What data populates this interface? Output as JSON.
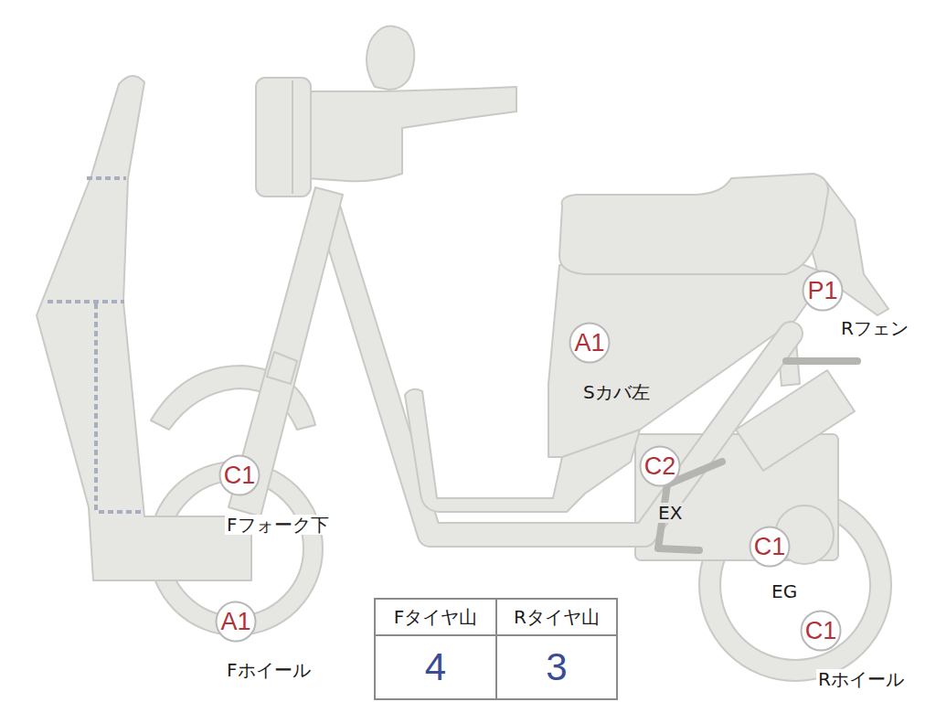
{
  "diagram": {
    "nodes": [
      {
        "text": [
          "C1",
          "Fフォーク下"
        ]
      },
      {
        "text": [
          "A1",
          "Fホイール"
        ]
      },
      {
        "text": [
          "A1",
          "Sカバ左"
        ]
      },
      {
        "text": [
          "C2",
          "EX"
        ]
      },
      {
        "text": [
          "P1",
          "Rフェン"
        ]
      },
      {
        "text": [
          "C1",
          "EG"
        ]
      },
      {
        "text": [
          "C1",
          "Rホイール"
        ]
      }
    ],
    "labels": [
      "Fタイヤ山",
      "Rタイヤ山",
      "4",
      "3"
    ]
  }
}
